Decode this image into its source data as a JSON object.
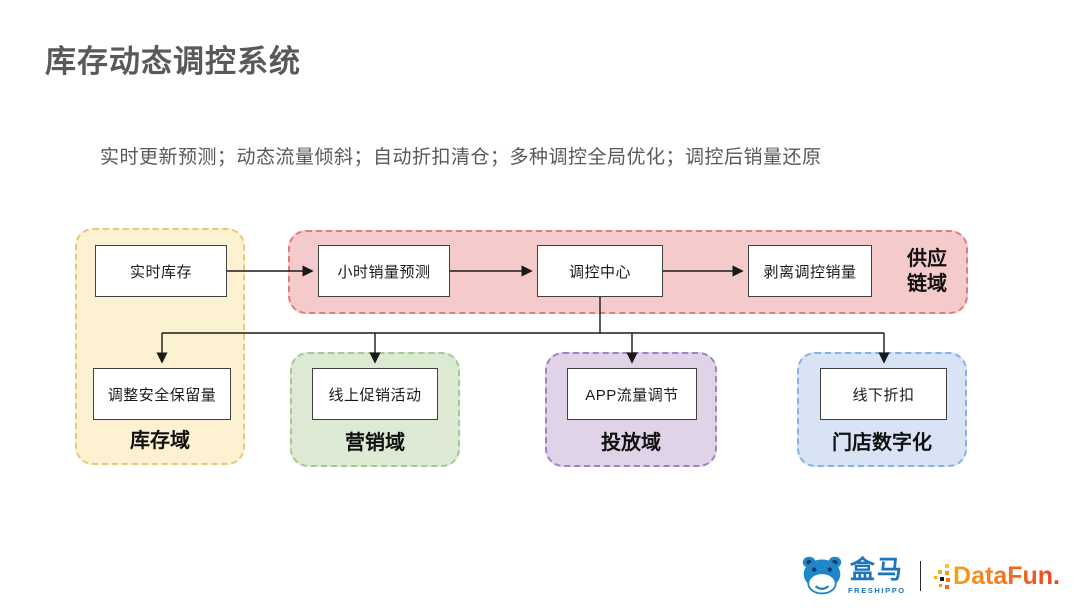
{
  "slide": {
    "title": "库存动态调控系统",
    "subtitle": "实时更新预测；动态流量倾斜；自动折扣清仓；多种调控全局优化；调控后销量还原"
  },
  "diagram": {
    "domains": [
      {
        "id": "inventory",
        "label": "库存域",
        "fill": "#fcf2d2",
        "border": "#e6c878"
      },
      {
        "id": "supply-chain",
        "label": "供应链域",
        "fill": "#f5caca",
        "border": "#dd7e7e"
      },
      {
        "id": "marketing",
        "label": "营销域",
        "fill": "#dcead4",
        "border": "#a3c996"
      },
      {
        "id": "delivery",
        "label": "投放域",
        "fill": "#e0d3e8",
        "border": "#a083c0"
      },
      {
        "id": "store",
        "label": "门店数字化",
        "fill": "#d8e4f6",
        "border": "#88b0e8"
      }
    ],
    "nodes": [
      {
        "id": "realtime-inventory",
        "label": "实时库存"
      },
      {
        "id": "hourly-sales-forecast",
        "label": "小时销量预测"
      },
      {
        "id": "control-center",
        "label": "调控中心"
      },
      {
        "id": "strip-control-sales",
        "label": "剥离调控销量"
      },
      {
        "id": "adjust-safety-stock",
        "label": "调整安全保留量"
      },
      {
        "id": "online-promotion",
        "label": "线上促销活动"
      },
      {
        "id": "app-traffic-control",
        "label": "APP流量调节"
      },
      {
        "id": "offline-discount",
        "label": "线下折扣"
      }
    ],
    "arrow_color": "#1a1a1a"
  },
  "footer": {
    "hema": {
      "name": "盒马",
      "sub": "FRESHIPPO",
      "color": "#1b74bc"
    },
    "datafun": {
      "name": "DataFun.",
      "color_start": "#f6a21d",
      "color_end": "#ee4023"
    }
  }
}
